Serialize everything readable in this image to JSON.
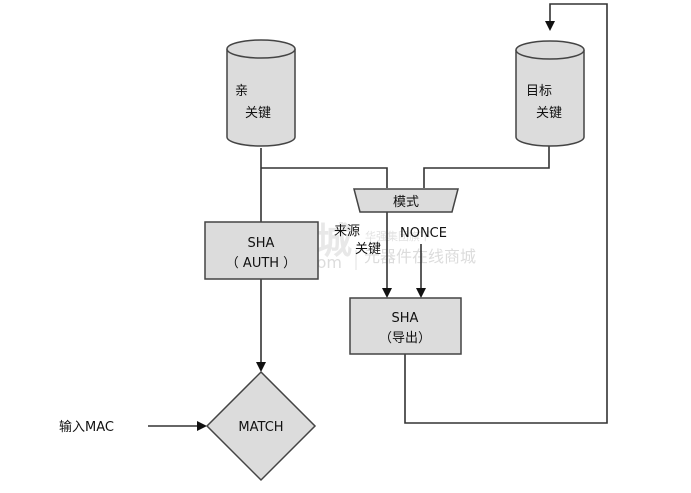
{
  "diagram": {
    "nodes": {
      "parent_key": {
        "line1": "亲",
        "line2": "关键",
        "shape": "cylinder"
      },
      "target_key": {
        "line1": "目标",
        "line2": "关键",
        "shape": "cylinder"
      },
      "mode": {
        "label": "模式",
        "shape": "trapezoid"
      },
      "sha_auth": {
        "line1": "SHA",
        "line2": "（  AUTH ）",
        "shape": "rectangle"
      },
      "sha_derive": {
        "line1": "SHA",
        "line2": "（导出）",
        "shape": "rectangle"
      },
      "match": {
        "label": "MATCH",
        "shape": "diamond"
      }
    },
    "labels": {
      "source_key_line1": "来源",
      "source_key_line2": "关键",
      "nonce": "NONCE",
      "input_mac": "输入MAC"
    },
    "edges": [
      {
        "from": "parent_key",
        "to": "sha_auth"
      },
      {
        "from": "parent_key",
        "to": "mode"
      },
      {
        "from": "target_key",
        "to": "mode"
      },
      {
        "from": "mode",
        "to": "sha_derive",
        "label": "来源 关键"
      },
      {
        "from": "nonce",
        "to": "sha_derive"
      },
      {
        "from": "sha_auth",
        "to": "match"
      },
      {
        "from": "input_mac",
        "to": "match"
      },
      {
        "from": "sha_derive",
        "to": "target_key"
      }
    ],
    "colors": {
      "shape_fill": "#dcdcdc",
      "stroke": "#333333",
      "text": "#111111"
    },
    "watermark": {
      "big": "华强芯城",
      "url": "www.hqchip.com",
      "tag": "华强集团旗下",
      "slogan": "元器件在线商城"
    }
  }
}
